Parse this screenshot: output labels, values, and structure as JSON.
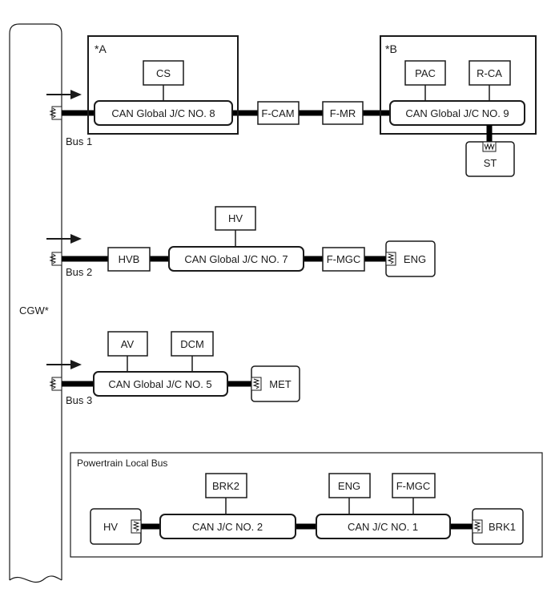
{
  "cgw": {
    "label": "CGW*"
  },
  "buses": {
    "bus1": "Bus 1",
    "bus2": "Bus 2",
    "bus3": "Bus 3"
  },
  "group_a": {
    "tag": "*A",
    "cs": "CS",
    "jc": "CAN Global J/C NO. 8"
  },
  "group_b": {
    "tag": "*B",
    "pac": "PAC",
    "rca": "R-CA",
    "jc": "CAN Global J/C NO. 9",
    "st": "ST"
  },
  "bus1_nodes": {
    "fcam": "F-CAM",
    "fmr": "F-MR"
  },
  "bus2_nodes": {
    "hvb": "HVB",
    "hv": "HV",
    "jc": "CAN Global J/C NO. 7",
    "fmgc": "F-MGC",
    "eng": "ENG"
  },
  "bus3_nodes": {
    "av": "AV",
    "dcm": "DCM",
    "jc": "CAN Global J/C NO. 5",
    "met": "MET"
  },
  "powertrain": {
    "title": "Powertrain Local Bus",
    "hv": "HV",
    "brk2": "BRK2",
    "jc2": "CAN J/C NO. 2",
    "eng": "ENG",
    "fmgc": "F-MGC",
    "jc1": "CAN J/C NO. 1",
    "brk1": "BRK1"
  }
}
